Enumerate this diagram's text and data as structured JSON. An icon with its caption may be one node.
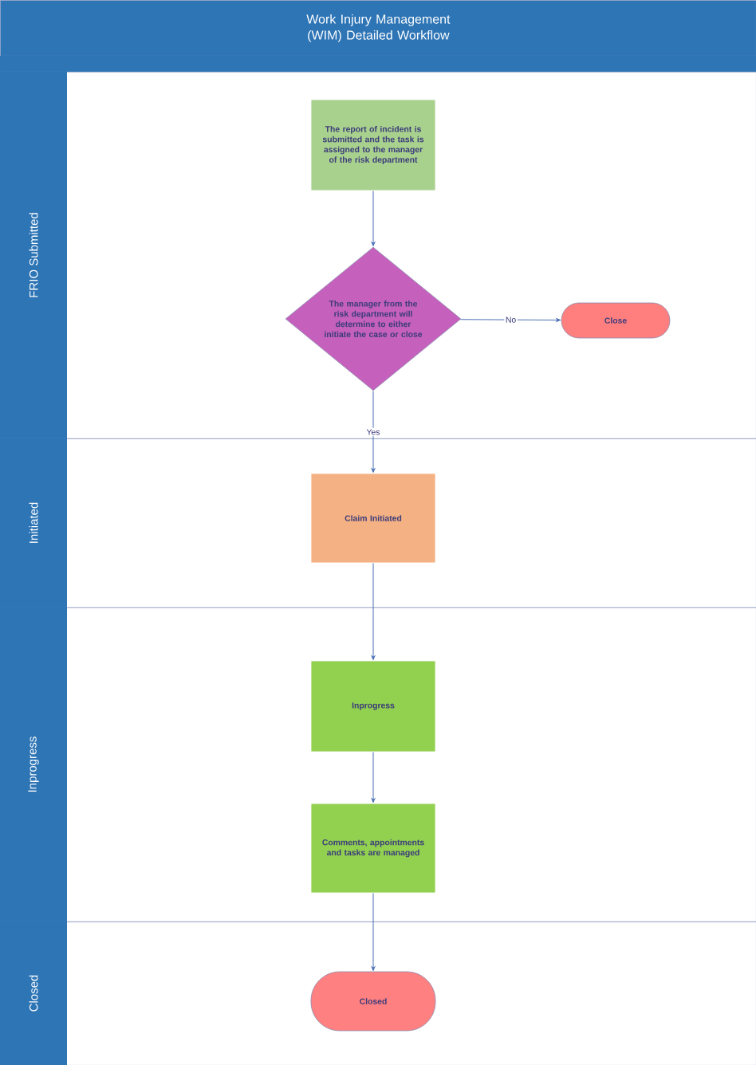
{
  "diagram": {
    "title": "Work Injury Management (WIM) Detailed Workflow",
    "nodes": [
      {
        "text": [
          "FRIO Submitted"
        ]
      },
      {
        "text": [
          "The report of incident is submitted and the task is assigned to the manager of the risk department"
        ],
        "in": 0
      },
      {
        "text": [
          "The manager from the risk department will determine to either initiate the case or close"
        ],
        "in": 0
      },
      {
        "text": [
          "Close"
        ],
        "in": 0
      },
      {
        "text": [
          "Initiated"
        ]
      },
      {
        "text": [
          "Claim Initiated"
        ],
        "in": 4
      },
      {
        "text": [
          "Inprogress"
        ]
      },
      {
        "text": [
          "Inprogress"
        ],
        "in": 6
      },
      {
        "text": [
          "Comments, appointments and tasks are managed"
        ],
        "in": 6
      },
      {
        "text": [
          "Closed"
        ]
      },
      {
        "text": [
          "Closed"
        ],
        "in": 9
      }
    ],
    "edges": [
      {
        "from": 1,
        "to": 2,
        "arrow": "to"
      },
      {
        "from": 2,
        "to": 3,
        "arrow": "to",
        "label": "No"
      },
      {
        "from": 2,
        "to": 5,
        "arrow": "to",
        "label": "Yes"
      },
      {
        "from": 5,
        "to": 7,
        "arrow": "to"
      },
      {
        "from": 7,
        "to": 8,
        "arrow": "to"
      },
      {
        "from": 8,
        "to": 10,
        "arrow": "to"
      }
    ]
  }
}
